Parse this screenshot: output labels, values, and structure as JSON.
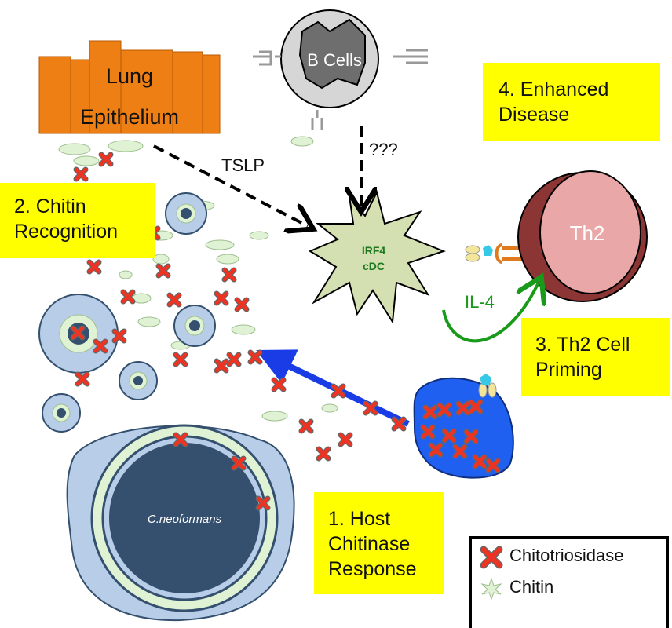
{
  "labels": {
    "lung_epithelium_line1": "Lung",
    "lung_epithelium_line2": "Epithelium",
    "b_cells": "B Cells",
    "tslp": "TSLP",
    "unknown": "???",
    "dc_line1": "IRF4",
    "dc_line2": "cDC",
    "th2": "Th2",
    "il4": "IL-4",
    "cneoformans": "C.neoformans"
  },
  "steps": {
    "step1_line1": "1. Host",
    "step1_line2": "Chitinase",
    "step1_line3": "Response",
    "step2_line1": "2. Chitin",
    "step2_line2": "Recognition",
    "step3_line1": "3. Th2 Cell",
    "step3_line2": "Priming",
    "step4_line1": "4. Enhanced",
    "step4_line2": "Disease"
  },
  "legend": {
    "chitotriosidase": "Chitotriosidase",
    "chitin": "Chitin"
  },
  "colors": {
    "label_box": "#ffff00",
    "epithelium": "#ee7f14",
    "dc": "#d4e0b2",
    "dc_text": "#1e7a1e",
    "th2": "#e9a7a7",
    "th2_rim": "#8c3535",
    "il4_arrow": "#1a9a1a",
    "blue_arrow": "#1a3ce6",
    "macrophage": "#2060f0",
    "cryptococcus_capsule": "#b7cde8",
    "cryptococcus_cell": "#34506e",
    "chitotriosidase_x": "#ee3322",
    "chitin": "#dff2d4"
  }
}
